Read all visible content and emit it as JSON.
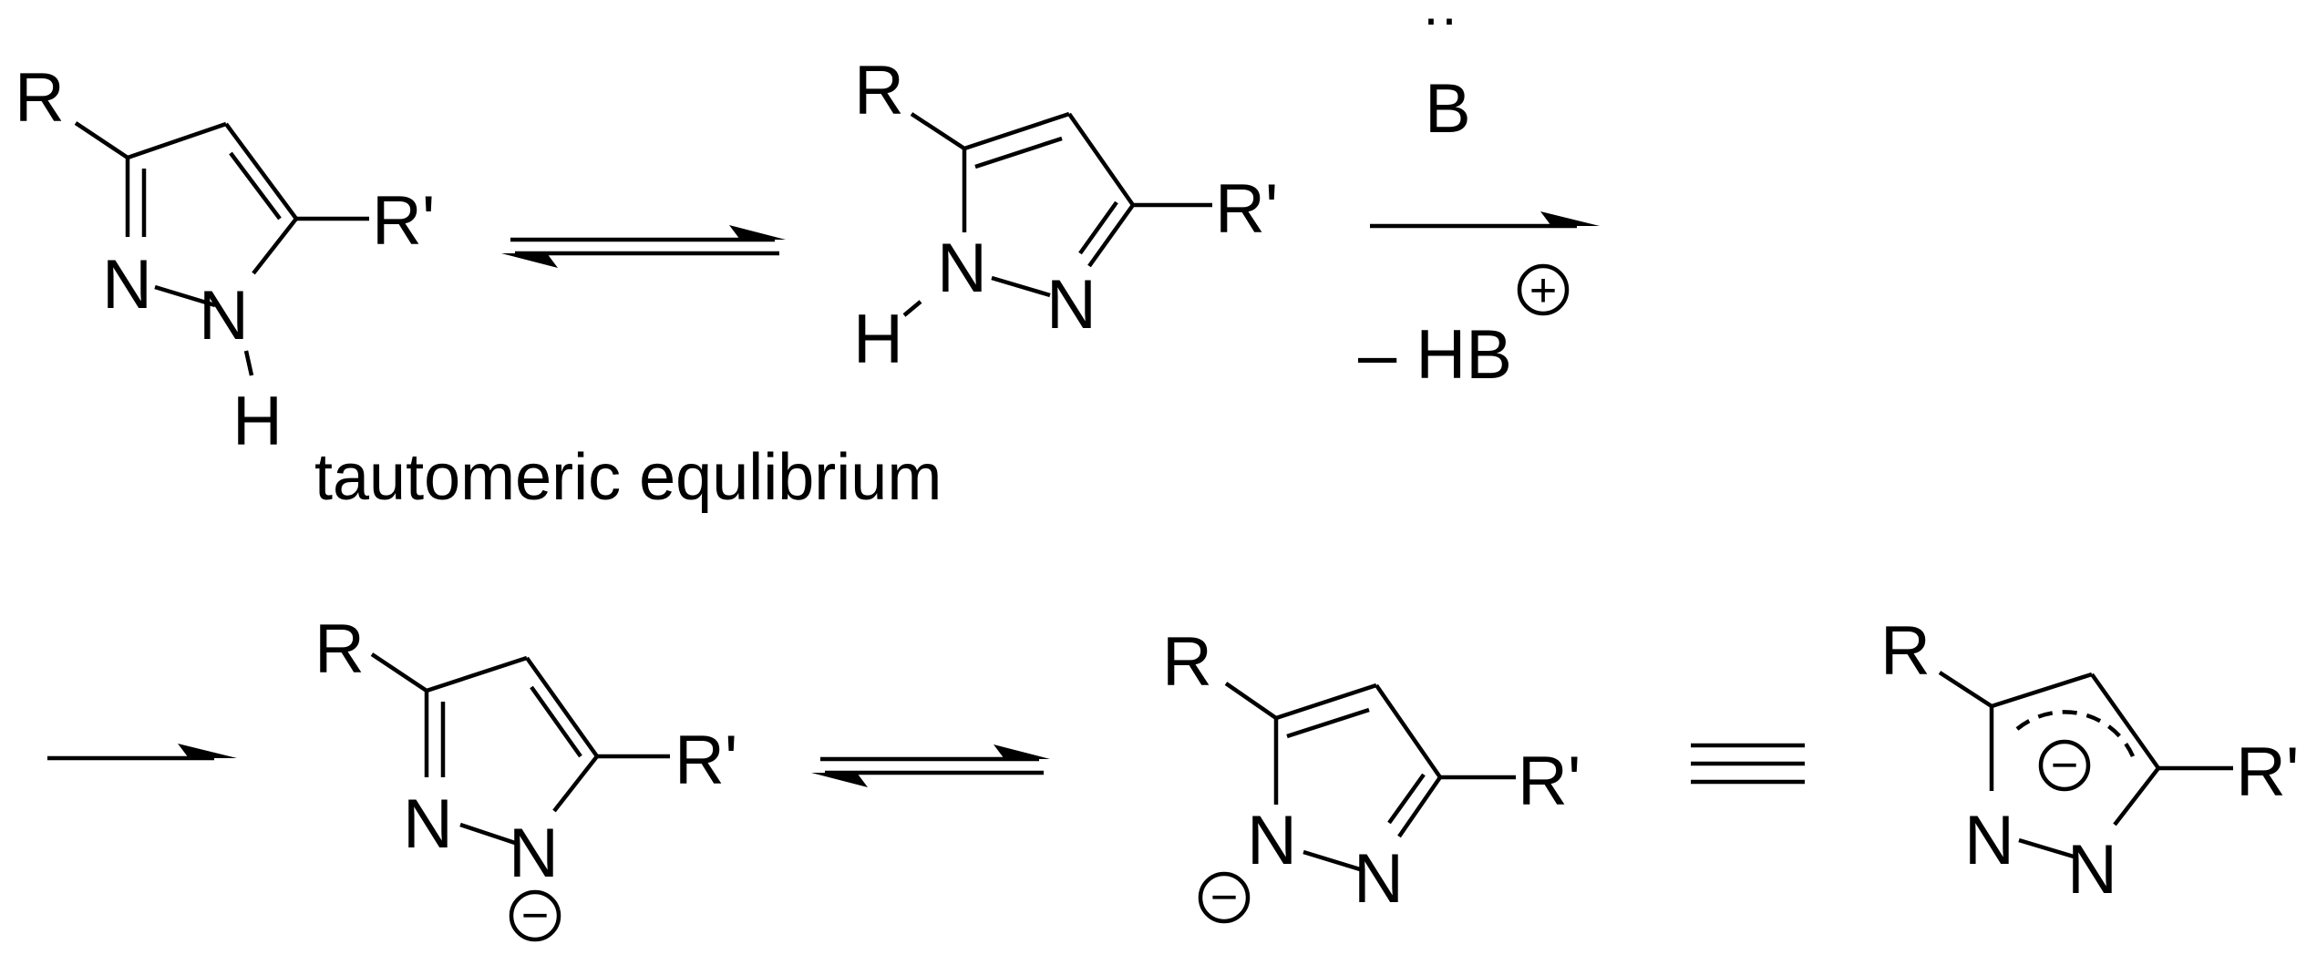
{
  "atoms": {
    "R": "R",
    "R_prime": "R'",
    "N": "N",
    "H": "H",
    "B": "B"
  },
  "charges": {
    "minus": "−",
    "plus": "+"
  },
  "reagent": {
    "base": "B",
    "lone_pair": "··",
    "byproduct_prefix": "– ",
    "byproduct": "HB"
  },
  "caption": "tautomeric equlibrium"
}
